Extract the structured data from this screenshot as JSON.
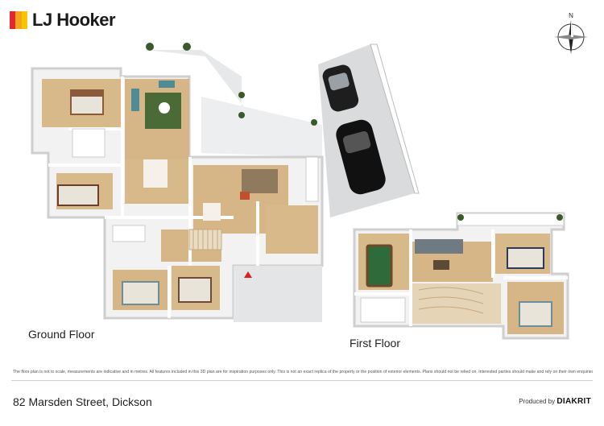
{
  "brand": {
    "name": "LJ Hooker",
    "colors": [
      "#e8262d",
      "#f4a51c",
      "#f7c600"
    ]
  },
  "compass": {
    "north_label": "N"
  },
  "floors": {
    "ground": {
      "label": "Ground Floor"
    },
    "first": {
      "label": "First Floor"
    }
  },
  "disclaimer": "The floor plan is not to scale, measurements are indicative and in metres. All features included in this 3D plan are for inspiration purposes only. This is not an exact replica of the property or the position of exterior elements. Plans should not be relied on. Interested parties should make and rely on their own enquiries.",
  "footer": {
    "address": "82 Marsden Street, Dickson",
    "produced_by_prefix": "Produced by",
    "produced_by_brand": "DIAKRIT"
  }
}
